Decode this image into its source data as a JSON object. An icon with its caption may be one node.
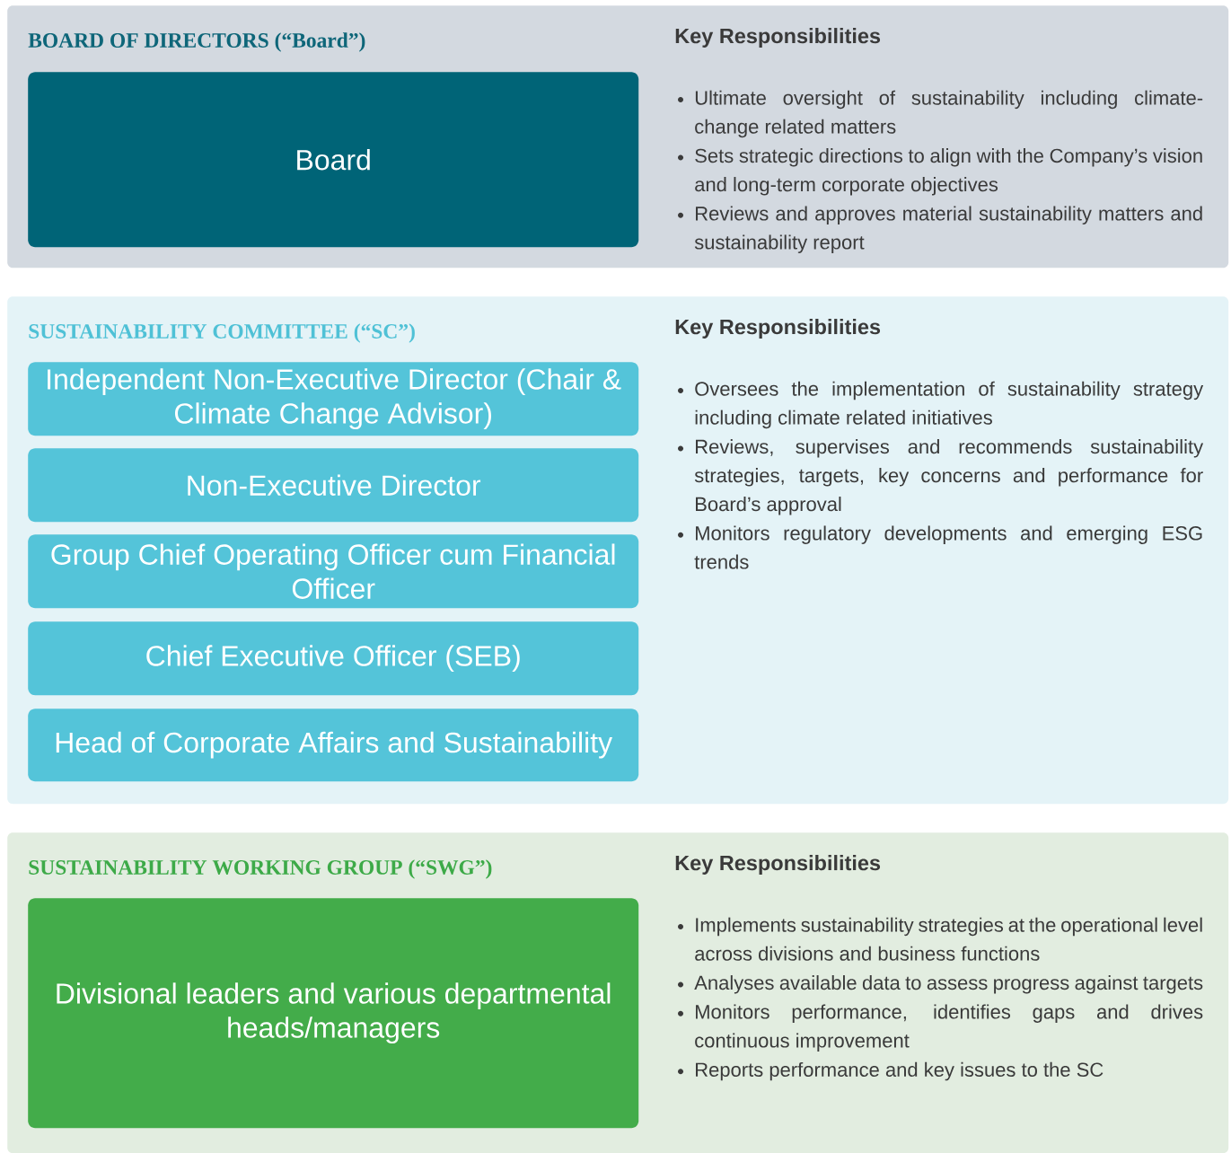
{
  "diagram": {
    "nodes": [
      {
        "text": [
          "BOARD OF DIRECTORS (“Board”)",
          "Key Responsibilities",
          "Ultimate oversight of sustainability including climate-change related matters",
          "Sets strategic directions to align with the Company’s vision and long-term corporate objectives",
          "Reviews and approves material sustainability matters and sustainability report"
        ]
      },
      {
        "text": [
          "Board"
        ],
        "in": 0
      },
      {
        "text": [
          "SUSTAINABILITY COMMITTEE (“SC”)",
          "Key Responsibilities",
          "Oversees the implementation of sustainability strategy including climate related initiatives",
          "Reviews, supervises and recommends sustainability strategies, targets, key concerns and performance for Board’s approval",
          "Monitors regulatory developments and emerging ESG trends"
        ]
      },
      {
        "text": [
          "Independent Non-Executive Director (Chair & Climate Change Advisor)"
        ],
        "in": 2
      },
      {
        "text": [
          "Non-Executive Director"
        ],
        "in": 2
      },
      {
        "text": [
          "Group Chief Operating Officer cum Financial Officer"
        ],
        "in": 2
      },
      {
        "text": [
          "Chief Executive Officer (SEB)"
        ],
        "in": 2
      },
      {
        "text": [
          "Head of Corporate Affairs and Sustainability"
        ],
        "in": 2
      },
      {
        "text": [
          "SUSTAINABILITY WORKING GROUP (“SWG”)",
          "Key Responsibilities",
          "Implements sustainability strategies at the operational level across divisions and business functions",
          "Analyses available data to assess progress against targets",
          "Monitors performance, identifies gaps and drives continuous improvement",
          "Reports performance and key issues to the SC"
        ]
      },
      {
        "text": [
          "Divisional leaders and various departmental heads/managers"
        ],
        "in": 8
      }
    ],
    "edges": []
  }
}
